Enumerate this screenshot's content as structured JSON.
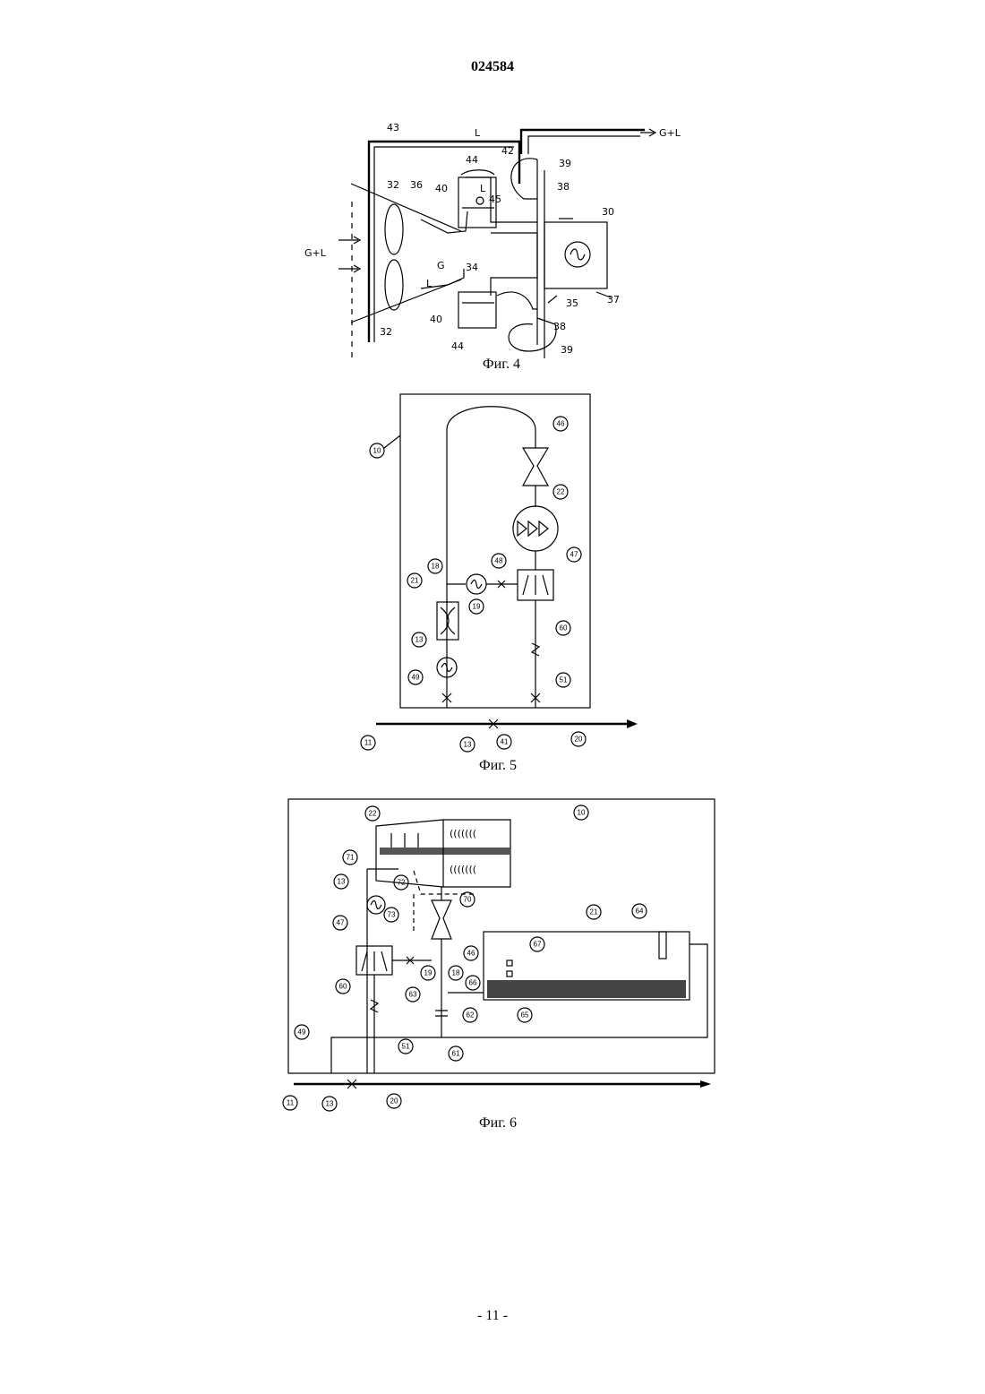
{
  "doc_number": "024584",
  "page_number": "- 11 -",
  "figures": [
    {
      "caption": "Фиг. 4",
      "labels": [
        "43",
        "32",
        "36",
        "40",
        "44",
        "45",
        "42",
        "39",
        "38",
        "30",
        "34",
        "37",
        "35",
        "32",
        "40",
        "44",
        "38",
        "39"
      ],
      "flow_labels": {
        "inlet": "G+L",
        "outlet": "G+L",
        "gas": "G",
        "liquid": "L",
        "arrow_liquid": "L",
        "pipe_label": "L"
      }
    },
    {
      "caption": "Фиг. 5",
      "callouts": [
        "10",
        "46",
        "22",
        "47",
        "48",
        "18",
        "21",
        "19",
        "60",
        "13",
        "49",
        "51",
        "11",
        "13",
        "41",
        "20"
      ]
    },
    {
      "caption": "Фиг. 6",
      "callouts": [
        "22",
        "10",
        "71",
        "72",
        "70",
        "13",
        "73",
        "21",
        "64",
        "47",
        "67",
        "46",
        "19",
        "18",
        "66",
        "60",
        "63",
        "62",
        "65",
        "49",
        "51",
        "61",
        "11",
        "13",
        "20"
      ]
    }
  ]
}
